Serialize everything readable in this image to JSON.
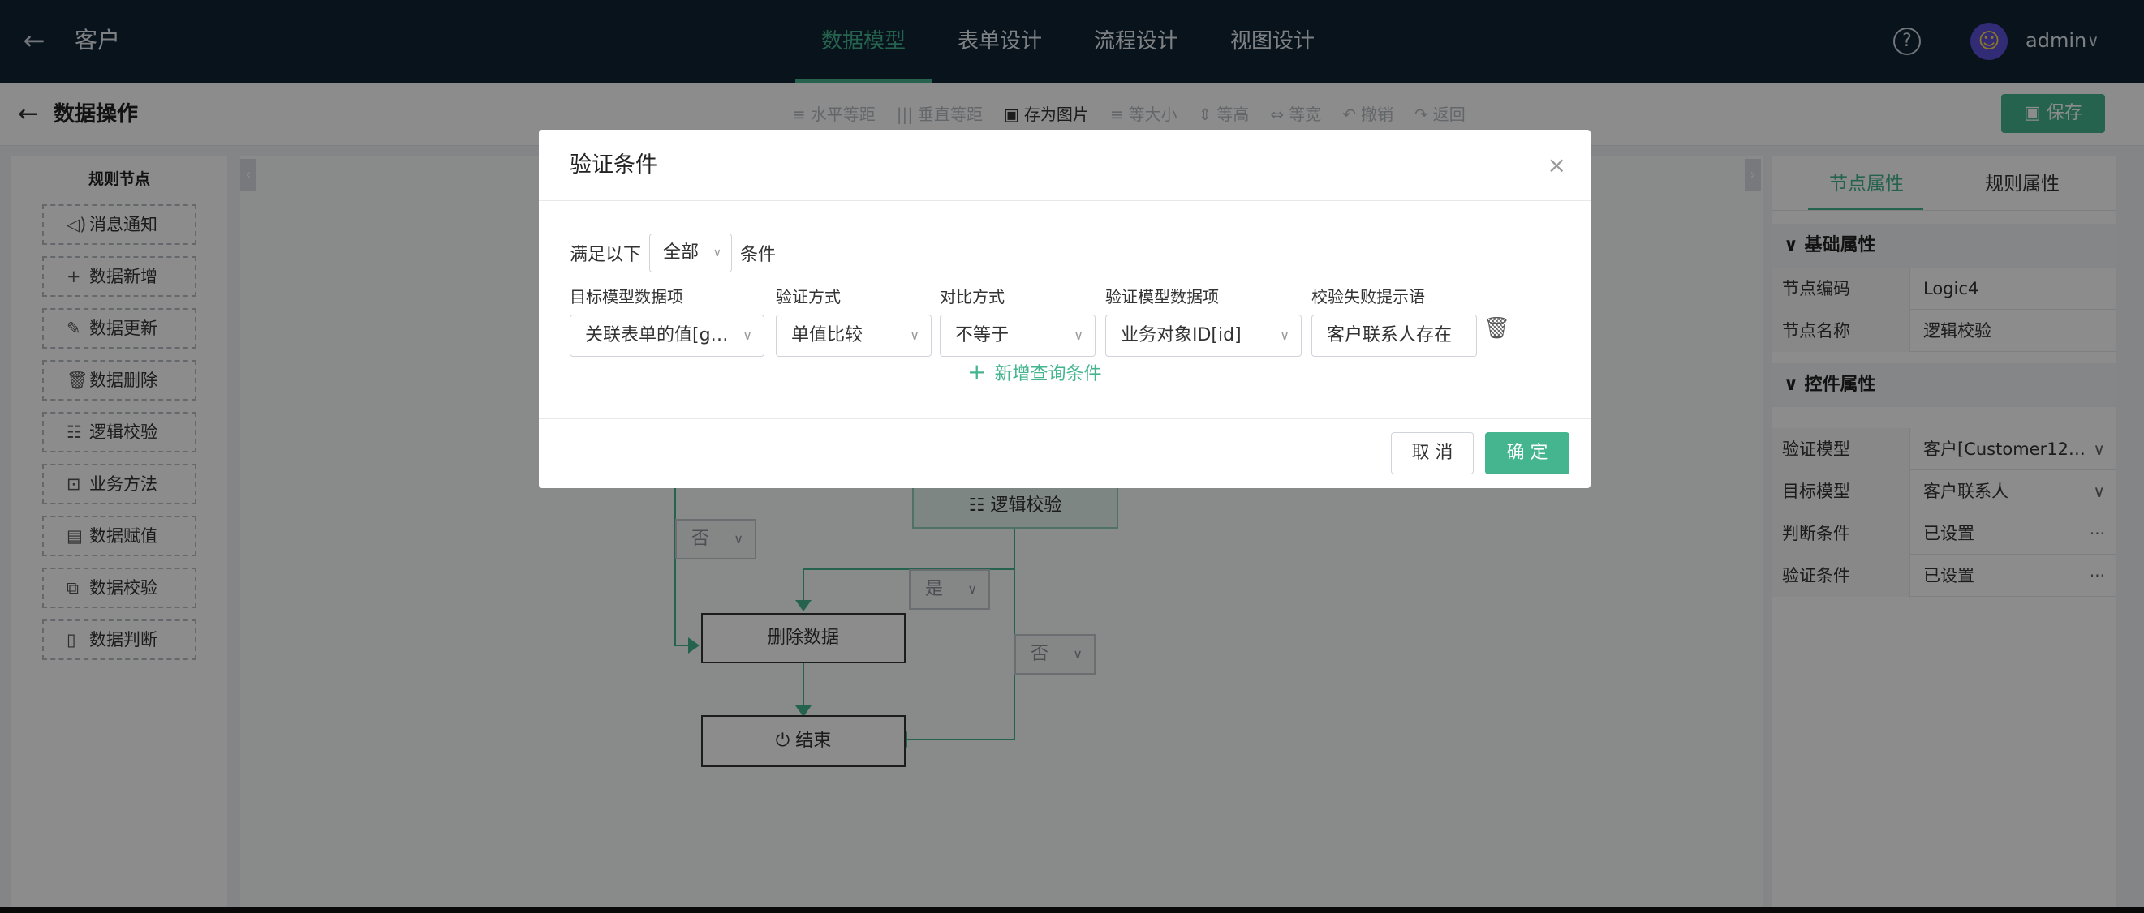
{
  "header": {
    "app_title": "客户",
    "tabs": [
      {
        "label": "数据模型",
        "active": true
      },
      {
        "label": "表单设计",
        "active": false
      },
      {
        "label": "流程设计",
        "active": false
      },
      {
        "label": "视图设计",
        "active": false
      }
    ],
    "help": "?",
    "user": "admin"
  },
  "subheader": {
    "title": "数据操作",
    "tools": [
      {
        "icon": "≡",
        "label": "水平等距",
        "enabled": false
      },
      {
        "icon": "|||",
        "label": "垂直等距",
        "enabled": false
      },
      {
        "icon": "▣",
        "label": "存为图片",
        "enabled": true
      },
      {
        "icon": "≡",
        "label": "等大小",
        "enabled": false
      },
      {
        "icon": "⇕",
        "label": "等高",
        "enabled": false
      },
      {
        "icon": "⇔",
        "label": "等宽",
        "enabled": false
      },
      {
        "icon": "↶",
        "label": "撤销",
        "enabled": false
      },
      {
        "icon": "↷",
        "label": "返回",
        "enabled": false
      }
    ],
    "save_label": "保存"
  },
  "leftpanel": {
    "title": "规则节点",
    "items": [
      {
        "icon": "◁)",
        "label": "消息通知"
      },
      {
        "icon": "+",
        "label": "数据新增"
      },
      {
        "icon": "✎",
        "label": "数据更新"
      },
      {
        "icon": "🗑",
        "label": "数据删除"
      },
      {
        "icon": "☷",
        "label": "逻辑校验"
      },
      {
        "icon": "⊡",
        "label": "业务方法"
      },
      {
        "icon": "▤",
        "label": "数据赋值"
      },
      {
        "icon": "⧉",
        "label": "数据校验"
      },
      {
        "icon": "▯",
        "label": "数据判断"
      }
    ]
  },
  "canvas": {
    "nodes": {
      "logic": "逻辑校验",
      "delete": "删除数据",
      "end": "结束"
    },
    "tags": {
      "no_left": "否",
      "yes": "是",
      "no_right": "否"
    }
  },
  "rightpanel": {
    "tabs": [
      {
        "label": "节点属性",
        "active": true
      },
      {
        "label": "规则属性",
        "active": false
      }
    ],
    "basic_section": "基础属性",
    "basic_rows": [
      {
        "key": "节点编码",
        "value": "Logic4"
      },
      {
        "key": "节点名称",
        "value": "逻辑校验"
      }
    ],
    "control_section": "控件属性",
    "control_rows": [
      {
        "key": "验证模型",
        "value": "客户[Customer12…",
        "action": "∨"
      },
      {
        "key": "目标模型",
        "value": "客户联系人",
        "action": "∨"
      },
      {
        "key": "判断条件",
        "value": "已设置",
        "action": "···"
      },
      {
        "key": "验证条件",
        "value": "已设置",
        "action": "···"
      }
    ]
  },
  "modal": {
    "title": "验证条件",
    "close": "×",
    "cond_prefix": "满足以下",
    "cond_select": "全部",
    "cond_suffix": "条件",
    "labels": {
      "target": "目标模型数据项",
      "method": "验证方式",
      "compare": "对比方式",
      "verify": "验证模型数据项",
      "fail_msg": "校验失败提示语"
    },
    "values": {
      "target": "关联表单的值[g…",
      "method": "单值比较",
      "compare": "不等于",
      "verify": "业务对象ID[id]",
      "fail_msg": "客户联系人存在"
    },
    "add_condition": "新增查询条件",
    "cancel": "取 消",
    "ok": "确 定"
  },
  "colors": {
    "accent": "#45b58f",
    "topbar": "#0f2334"
  }
}
